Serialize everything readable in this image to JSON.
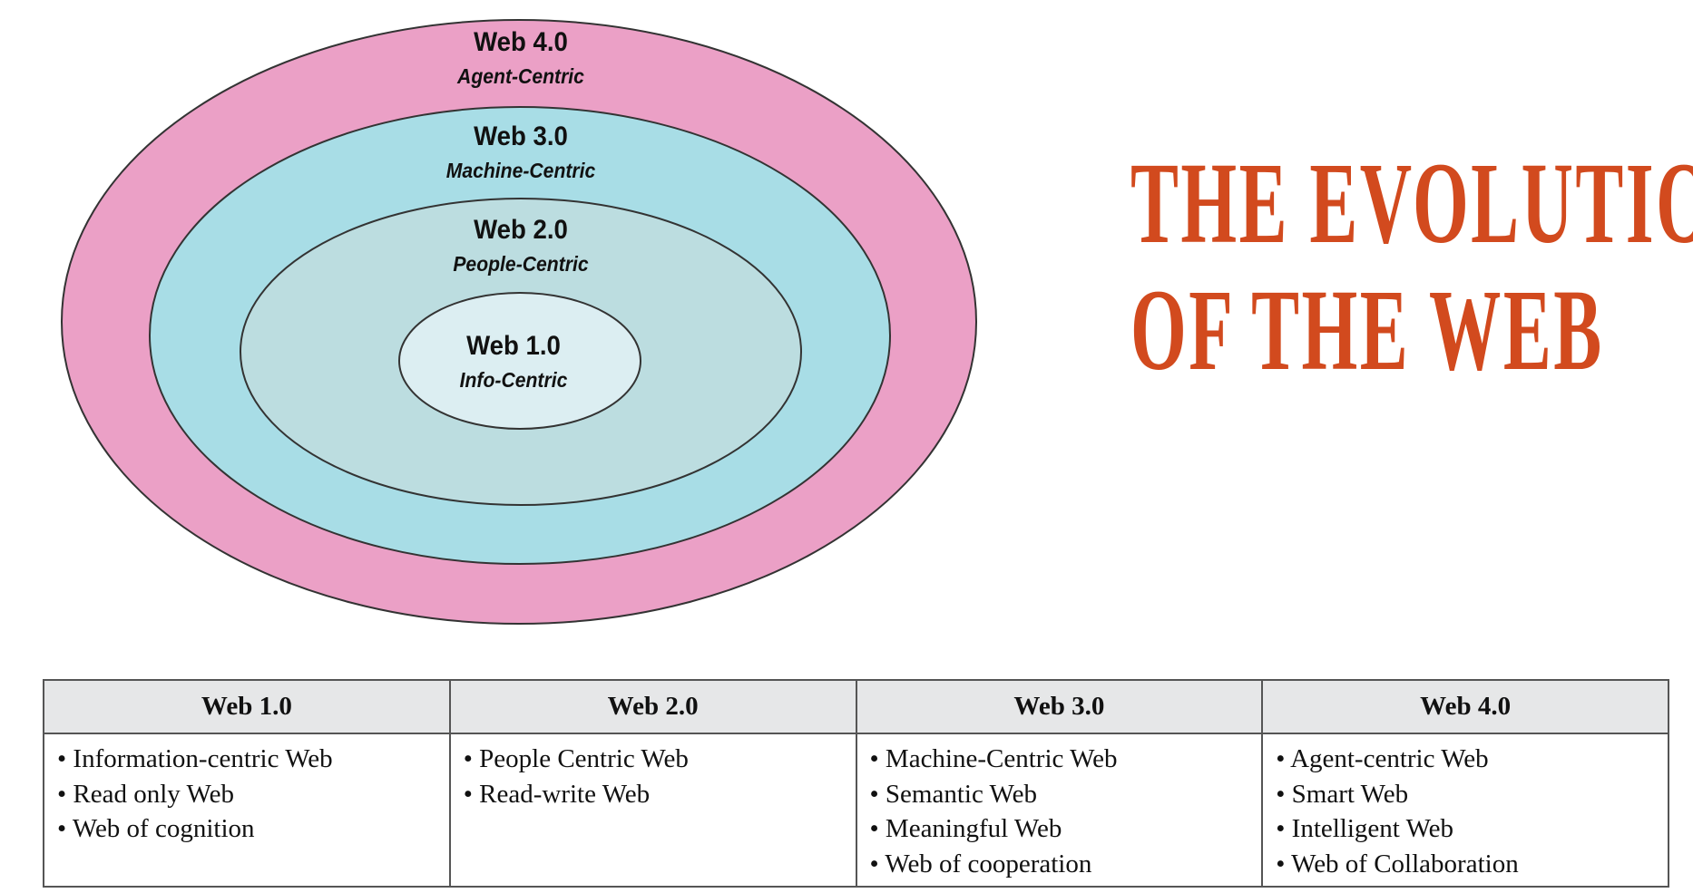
{
  "diagram": {
    "rings": [
      {
        "version": "Web 4.0",
        "focus": "Agent-Centric",
        "color": "#eba0c6"
      },
      {
        "version": "Web 3.0",
        "focus": "Machine-Centric",
        "color": "#a8dde6"
      },
      {
        "version": "Web 2.0",
        "focus": "People-Centric",
        "color": "#bcdde0"
      },
      {
        "version": "Web 1.0",
        "focus": "Info-Centric",
        "color": "#dceef2"
      }
    ]
  },
  "title": {
    "line1": "THE EVOLUTION",
    "line2": "OF THE WEB",
    "color": "#d24a1e"
  },
  "table": {
    "headers": [
      "Web 1.0",
      "Web 2.0",
      "Web 3.0",
      "Web 4.0"
    ],
    "columns": [
      [
        "Information-centric Web",
        "Read only Web",
        "Web of cognition"
      ],
      [
        "People Centric Web",
        "Read-write Web"
      ],
      [
        "Machine-Centric Web",
        "Semantic Web",
        "Meaningful Web",
        "Web of cooperation"
      ],
      [
        "Agent-centric Web",
        "Smart Web",
        "Intelligent Web",
        "Web of Collaboration"
      ]
    ]
  }
}
